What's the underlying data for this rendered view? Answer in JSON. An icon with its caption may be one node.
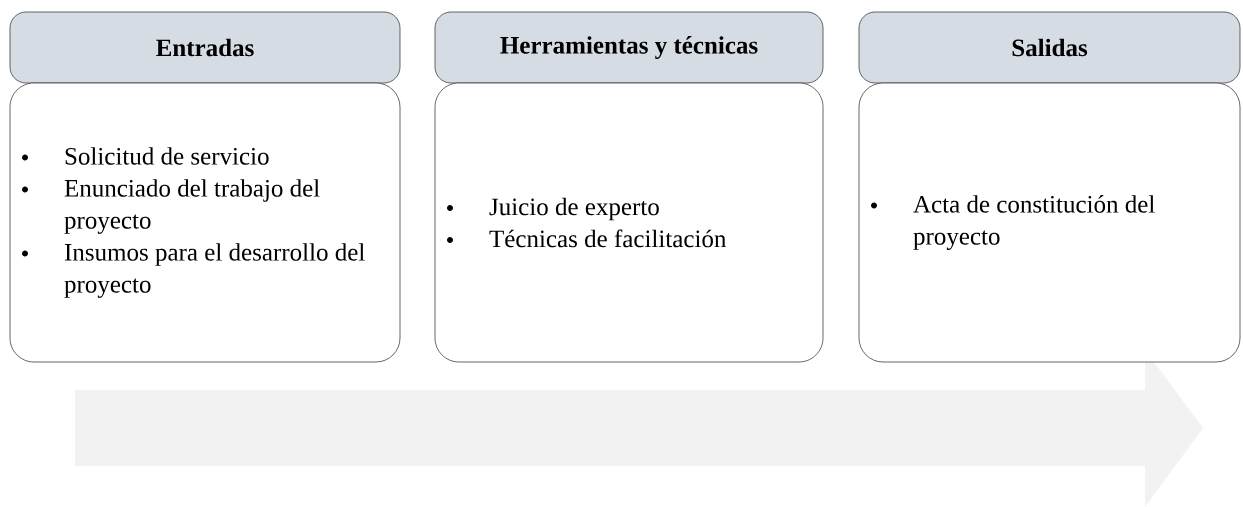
{
  "diagram": {
    "nodes": [
      {
        "text": [
          "Entradas"
        ]
      },
      {
        "text": [
          "Solicitud de servicio",
          "Enunciado del trabajo del proyecto",
          "Insumos para el desarrollo del proyecto"
        ]
      },
      {
        "text": [
          "Herramientas y técnicas"
        ]
      },
      {
        "text": [
          "Juicio de experto",
          "Técnicas de facilitación"
        ]
      },
      {
        "text": [
          "Salidas"
        ]
      },
      {
        "text": [
          "Acta de constitución del proyecto"
        ]
      }
    ]
  }
}
